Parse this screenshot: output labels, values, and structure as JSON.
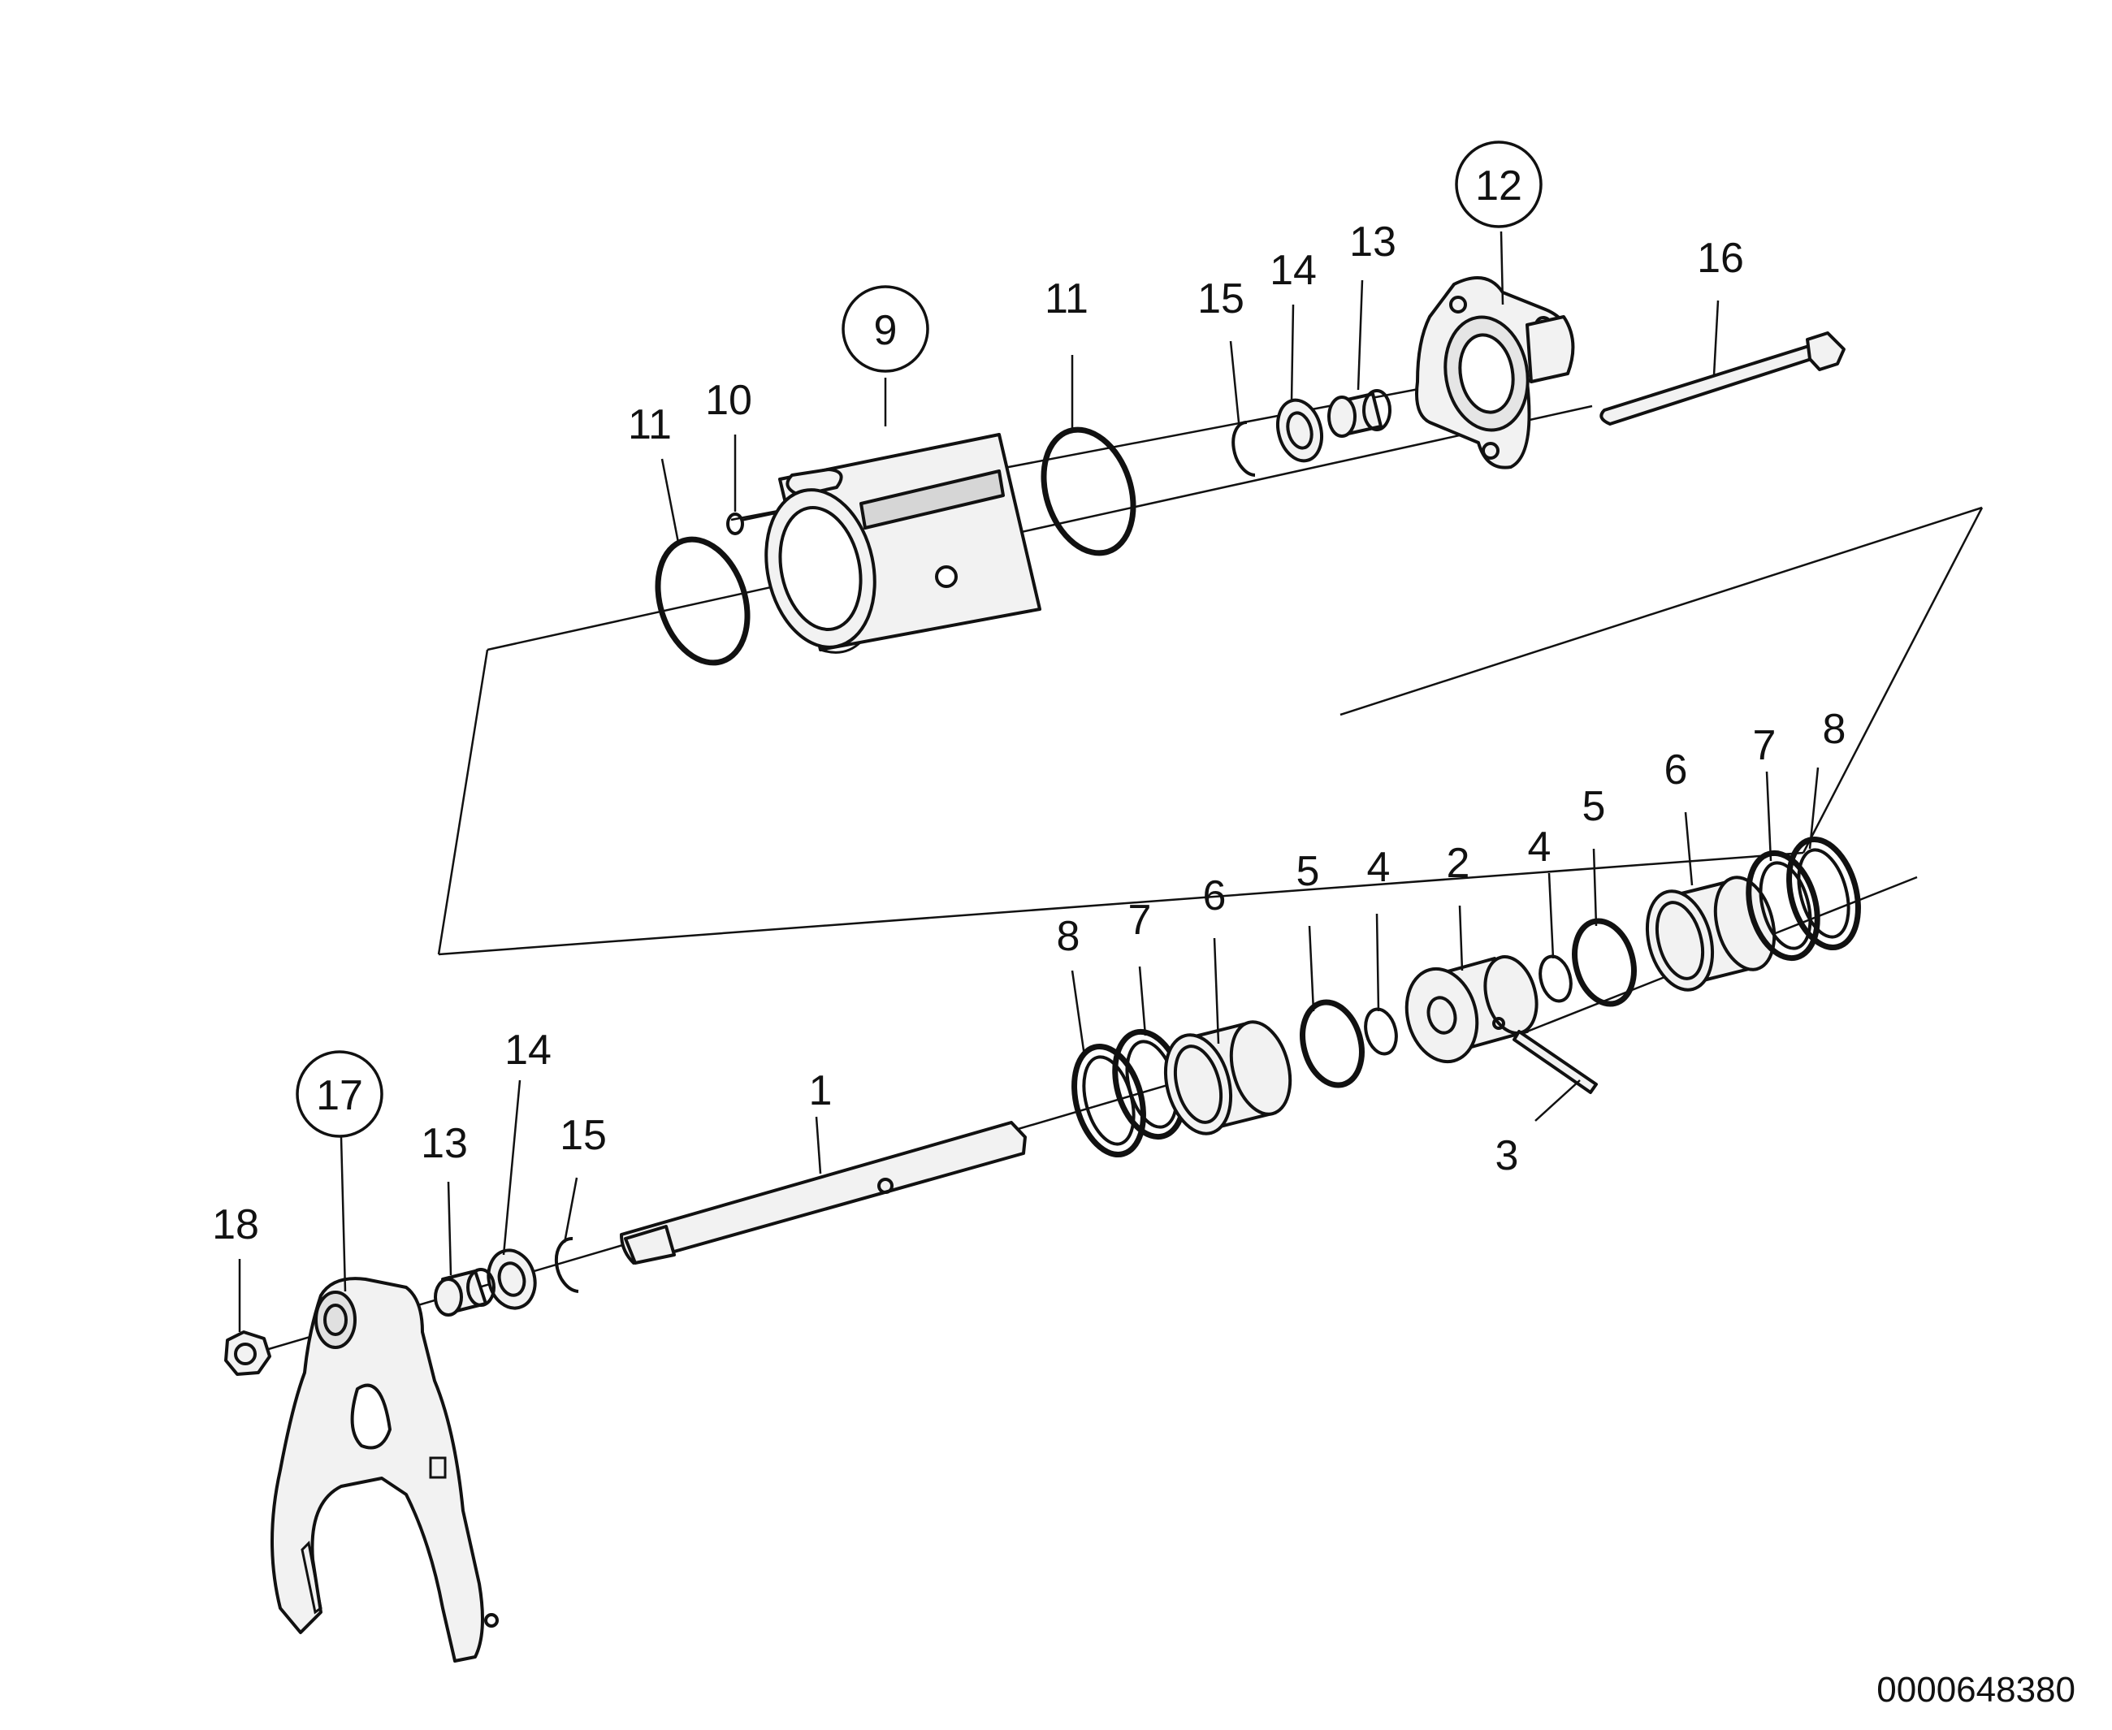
{
  "callouts": {
    "c1": "1",
    "c2": "2",
    "c3": "3",
    "c4a": "4",
    "c4b": "4",
    "c5a": "5",
    "c5b": "5",
    "c6a": "6",
    "c6b": "6",
    "c7a": "7",
    "c7b": "7",
    "c8a": "8",
    "c8b": "8",
    "c9": "9",
    "c10": "10",
    "c11a": "11",
    "c11b": "11",
    "c12": "12",
    "c13a": "13",
    "c13b": "13",
    "c14a": "14",
    "c14b": "14",
    "c15a": "15",
    "c15b": "15",
    "c16": "16",
    "c17": "17",
    "c18": "18"
  },
  "document_number": "0000648380"
}
